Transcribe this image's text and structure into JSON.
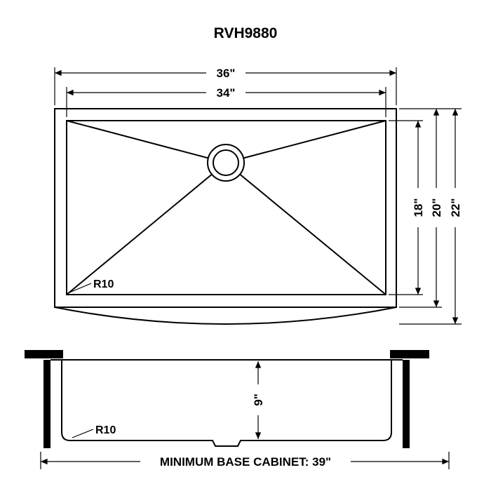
{
  "title": "RVH9880",
  "top_view": {
    "width_outer": "36\"",
    "width_inner": "34\"",
    "depth_inner": "18\"",
    "depth_mid": "20\"",
    "depth_outer": "22\"",
    "corner_radius": "R10"
  },
  "side_view": {
    "bowl_depth": "9\"",
    "corner_radius": "R10",
    "base_cabinet": "MINIMUM BASE CABINET: 39\""
  },
  "colors": {
    "line": "#000000",
    "background": "#ffffff"
  }
}
